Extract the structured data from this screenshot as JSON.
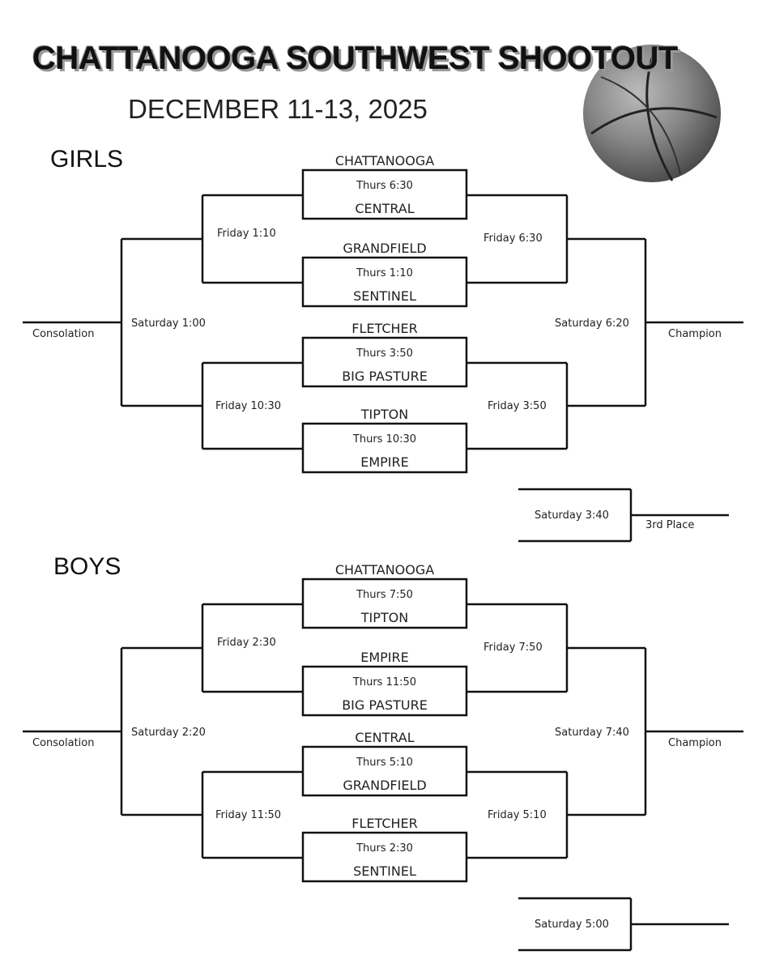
{
  "header": {
    "title": "CHATTANOOGA SOUTHWEST SHOOTOUT",
    "dates": "DECEMBER 11-13, 2025"
  },
  "girls": {
    "heading": "GIRLS",
    "games": [
      {
        "top": "CHATTANOOGA",
        "time": "Thurs 6:30",
        "bottom": "CENTRAL"
      },
      {
        "top": "GRANDFIELD",
        "time": "Thurs 1:10",
        "bottom": "SENTINEL"
      },
      {
        "top": "FLETCHER",
        "time": "Thurs 3:50",
        "bottom": "BIG PASTURE"
      },
      {
        "top": "TIPTON",
        "time": "Thurs 10:30",
        "bottom": "EMPIRE"
      }
    ],
    "left_top": "Friday 1:10",
    "left_bottom": "Friday 10:30",
    "right_top": "Friday 6:30",
    "right_bottom": "Friday 3:50",
    "consolation_time": "Saturday 1:00",
    "champion_time": "Saturday 6:20",
    "consolation_label": "Consolation",
    "champion_label": "Champion",
    "third_time": "Saturday 3:40",
    "third_label": "3rd Place"
  },
  "boys": {
    "heading": "BOYS",
    "games": [
      {
        "top": "CHATTANOOGA",
        "time": "Thurs 7:50",
        "bottom": "TIPTON"
      },
      {
        "top": "EMPIRE",
        "time": "Thurs 11:50",
        "bottom": "BIG PASTURE"
      },
      {
        "top": "CENTRAL",
        "time": "Thurs 5:10",
        "bottom": "GRANDFIELD"
      },
      {
        "top": "FLETCHER",
        "time": "Thurs 2:30",
        "bottom": "SENTINEL"
      }
    ],
    "left_top": "Friday 2:30",
    "left_bottom": "Friday 11:50",
    "right_top": "Friday  7:50",
    "right_bottom": "Friday 5:10",
    "consolation_time": "Saturday 2:20",
    "champion_time": "Saturday  7:40",
    "consolation_label": "Consolation",
    "champion_label": "Champion",
    "third_time": "Saturday 5:00"
  }
}
